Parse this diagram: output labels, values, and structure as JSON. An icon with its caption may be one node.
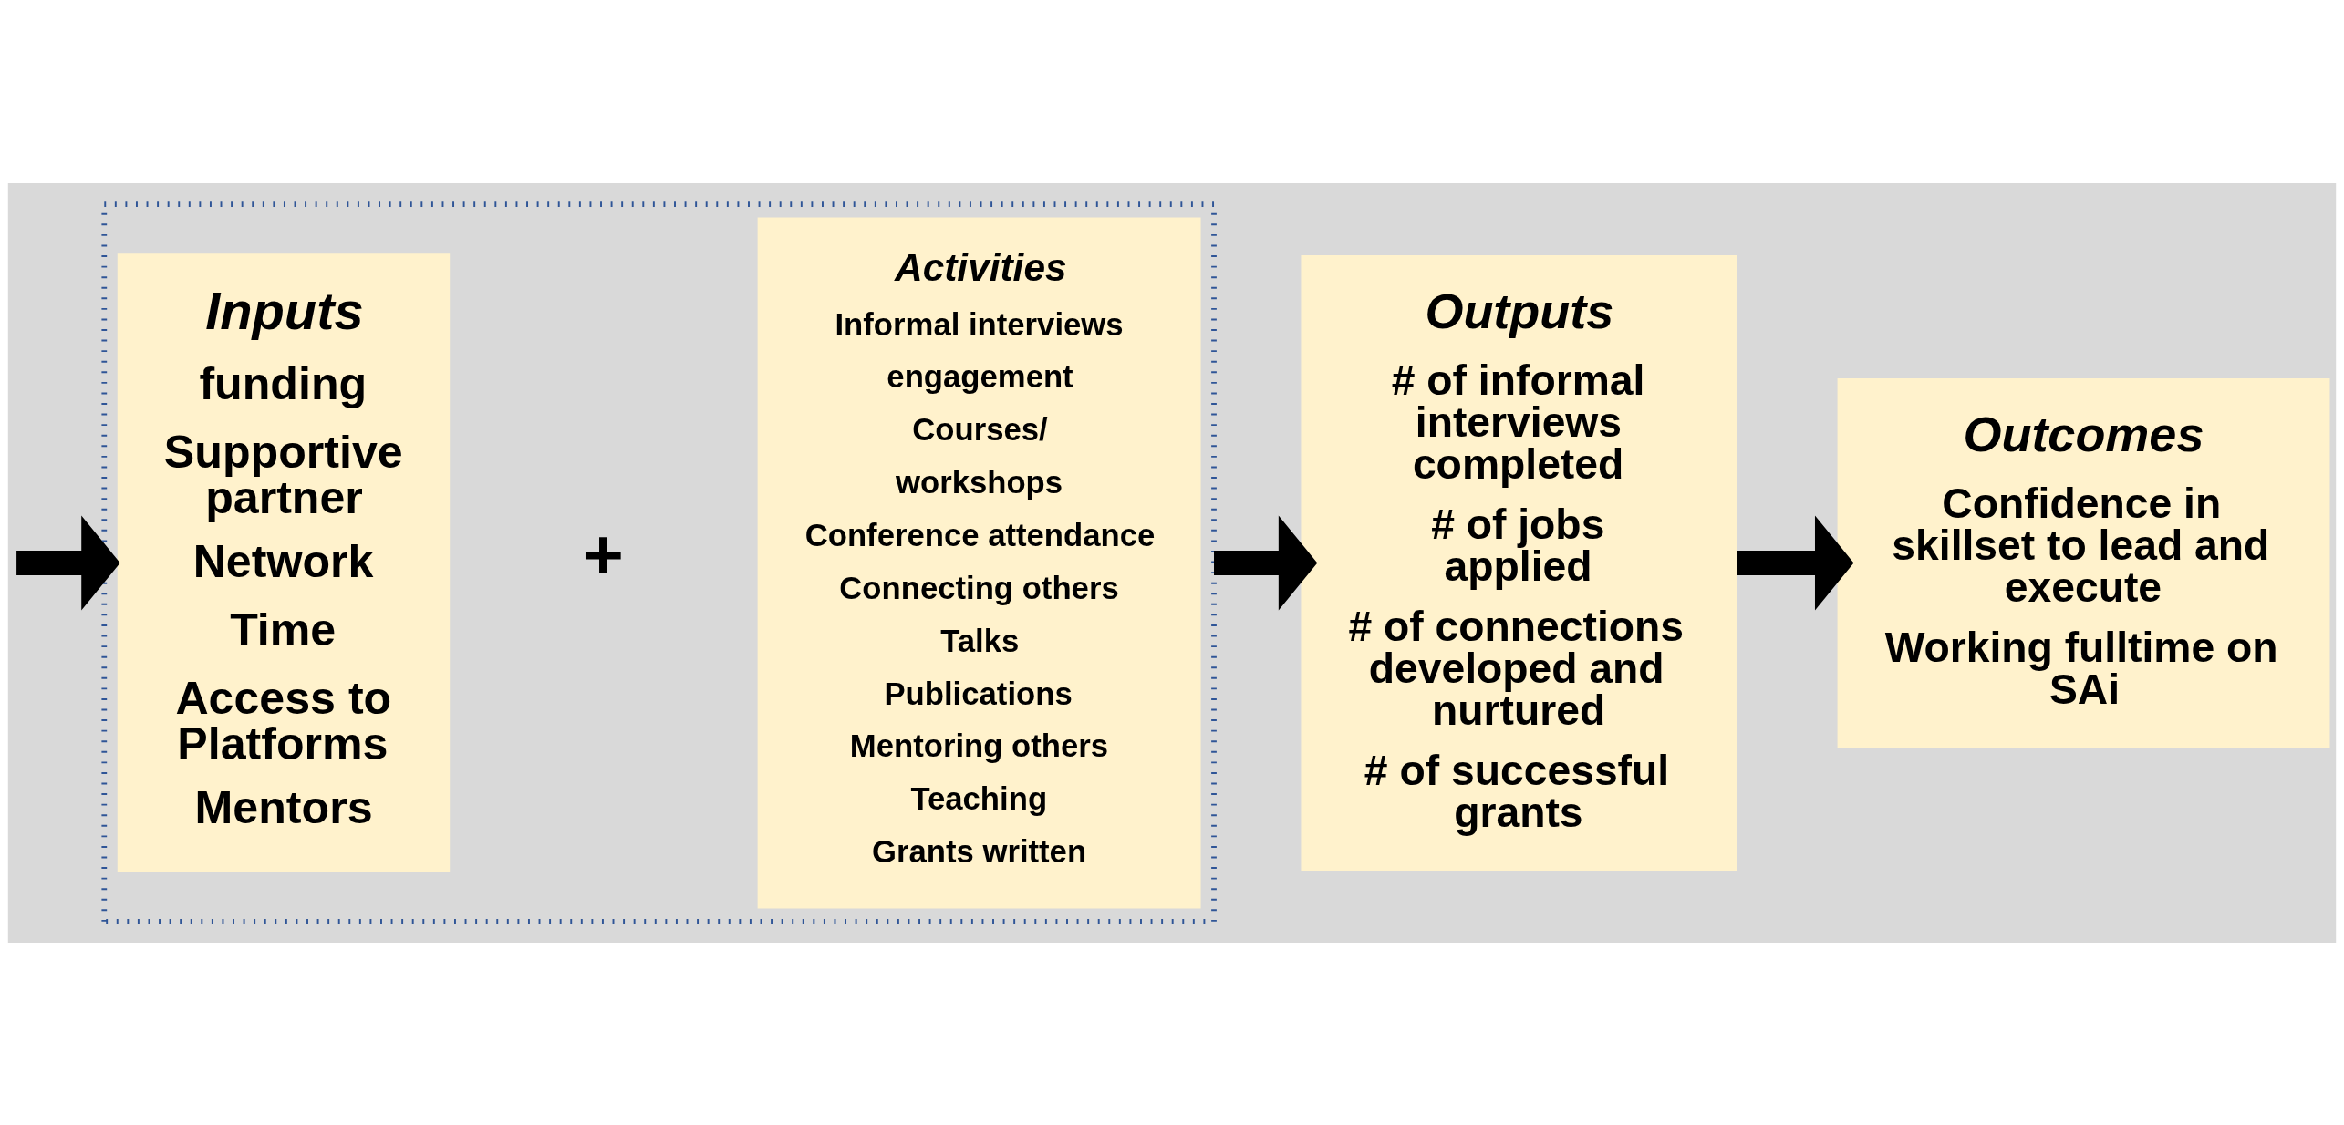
{
  "diagram": {
    "nodes": [
      {
        "text": [],
        "shape": "box"
      },
      {
        "text": [
          "Inputs",
          "funding",
          "Supportive partner",
          "Network",
          "Time",
          "Access to Platforms",
          "Mentors"
        ],
        "in": 0
      },
      {
        "text": [
          "Activities",
          "Informal interviews",
          "engagement",
          "Courses/",
          "workshops",
          "Conference attendance",
          "Connecting others",
          "Talks",
          "Publications",
          "Mentoring others",
          "Teaching",
          "Grants written"
        ],
        "in": 0
      },
      {
        "text": [
          "Outputs",
          "# of informal interviews completed",
          "# of jobs applied",
          "# of connections developed and nurtured",
          "# of successful grants"
        ]
      },
      {
        "text": [
          "Outcomes",
          "Confidence in skillset to lead and execute",
          "Working fulltime on SAi"
        ]
      }
    ],
    "edges": [
      {
        "from": null,
        "to": 0,
        "arrow": "to"
      },
      {
        "from": 0,
        "to": 3,
        "arrow": "to"
      },
      {
        "from": 3,
        "to": 4,
        "arrow": "to"
      }
    ],
    "labels": [
      "+"
    ]
  }
}
